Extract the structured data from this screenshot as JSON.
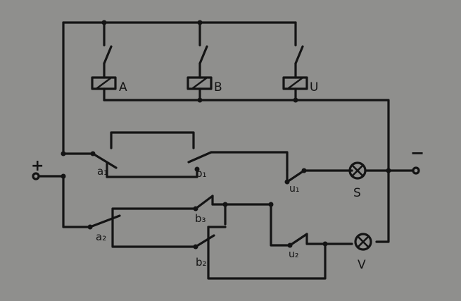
{
  "diagram": {
    "relays": [
      {
        "id": "relay-a",
        "label": "A"
      },
      {
        "id": "relay-b",
        "label": "B"
      },
      {
        "id": "relay-u",
        "label": "U"
      }
    ],
    "contacts": {
      "a1": "a₁",
      "b1": "b₁",
      "a2": "a₂",
      "b3": "b₃",
      "b2": "b₂",
      "u1": "u₁",
      "u2": "u₂"
    },
    "lamps": [
      {
        "id": "lamp-s",
        "label": "S"
      },
      {
        "id": "lamp-v",
        "label": "V"
      }
    ],
    "terminals": {
      "plus": "+",
      "minus": "−"
    }
  }
}
